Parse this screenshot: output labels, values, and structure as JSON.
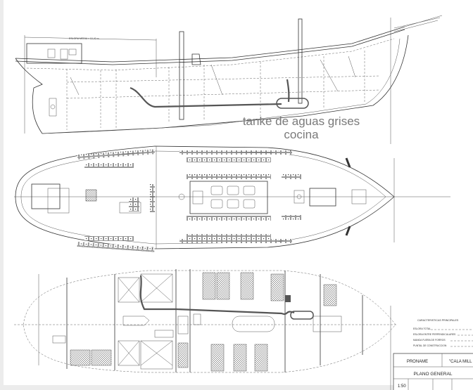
{
  "drawing": {
    "profile_dimension": "ESLORA MEDIA = 10,40 m",
    "annotation": {
      "line1": "tanke de aguas grises",
      "line2": "cocina"
    }
  },
  "characteristics": {
    "title": "CARACTERISTICAS PRINCIPALES",
    "rows": [
      "ESLORA TOTAL",
      "ESLORA ENTRE PERPENDICULARES",
      "MANGA FUERA DE FORROS",
      "PUNTAL DE CONSTRUCCION"
    ]
  },
  "title_block": {
    "company": "PRONAME",
    "vessel": "\"CALA MILL",
    "drawing_title": "PLANO GENERAL",
    "scale": "1:50"
  },
  "colors": {
    "line": "#333333",
    "annotation": "#7a7a7a",
    "pipe": "#555555"
  }
}
